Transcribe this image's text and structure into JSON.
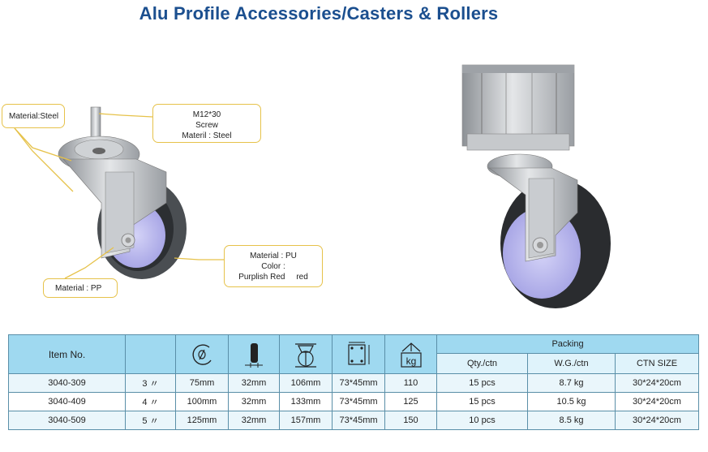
{
  "title": "Alu Profile Accessories/Casters & Rollers",
  "callouts": {
    "stem": [
      "Material:Steel"
    ],
    "screw": [
      "M12*30",
      "Screw",
      "Materil : Steel"
    ],
    "wheel": [
      "Material : PU",
      "Color :",
      "Purplish Red     red"
    ],
    "hub": [
      "Material : PP"
    ]
  },
  "table": {
    "item_header": "Item No.",
    "packing_header": "Packing",
    "packing_subheaders": [
      "Qty./ctn",
      "W.G./ctn",
      "CTN SIZE"
    ],
    "icons": [
      "wheel-diameter-icon",
      "wheel-width-icon",
      "total-height-icon",
      "mounting-plate-icon",
      "load-capacity-icon"
    ],
    "kg_label": "kg",
    "rows": [
      {
        "item": "3040-309",
        "size": "3 〃",
        "diameter": "75mm",
        "width": "32mm",
        "height": "106mm",
        "plate": "73*45mm",
        "load": "110",
        "qty": "15 pcs",
        "weight": "8.7 kg",
        "ctn": "30*24*20cm"
      },
      {
        "item": "3040-409",
        "size": "4 〃",
        "diameter": "100mm",
        "width": "32mm",
        "height": "133mm",
        "plate": "73*45mm",
        "load": "125",
        "qty": "15 pcs",
        "weight": "10.5 kg",
        "ctn": "30*24*20cm"
      },
      {
        "item": "3040-509",
        "size": "5 〃",
        "diameter": "125mm",
        "width": "32mm",
        "height": "157mm",
        "plate": "73*45mm",
        "load": "150",
        "qty": "10 pcs",
        "weight": "8.5 kg",
        "ctn": "30*24*20cm"
      }
    ]
  },
  "colors": {
    "title": "#1b4f8f",
    "callout_border": "#e6c24a",
    "table_header": "#9fd9f0",
    "table_border": "#5a8fa8",
    "wheel_tread": "#2a2a2a",
    "wheel_hub": "#b7b6ec"
  }
}
